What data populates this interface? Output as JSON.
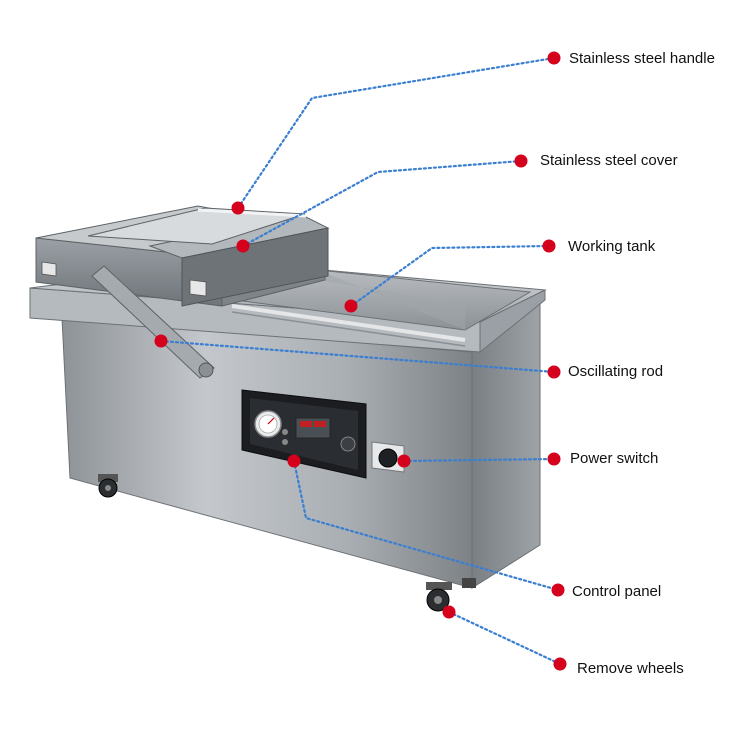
{
  "colors": {
    "dot": "#d4001c",
    "leader": "#3b7fd0"
  },
  "callouts": [
    {
      "id": "stainless-steel-handle",
      "label": "Stainless steel handle"
    },
    {
      "id": "stainless-steel-cover",
      "label": "Stainless steel cover"
    },
    {
      "id": "working-tank",
      "label": "Working tank"
    },
    {
      "id": "oscillating-rod",
      "label": "Oscillating rod"
    },
    {
      "id": "power-switch",
      "label": "Power switch"
    },
    {
      "id": "control-panel",
      "label": "Control panel"
    },
    {
      "id": "remove-wheels",
      "label": "Remove wheels"
    }
  ]
}
